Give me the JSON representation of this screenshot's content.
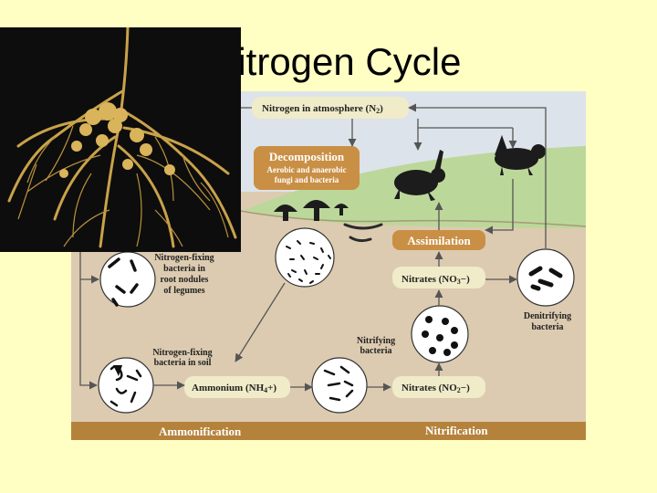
{
  "slide": {
    "title": "Nitrogen Cycle"
  },
  "labels": {
    "atmosphere": "Nitrogen in atmosphere (N",
    "atmosphere_sub": "2",
    "atmosphere_close": ")",
    "decomposition": "Decomposition",
    "decomposition_sub1": "Aerobic and anaerobic",
    "decomposition_sub2": "fungi and bacteria",
    "assimilation": "Assimilation",
    "nitrates_no3": "Nitrates (NO",
    "nitrates_no3_sub": "3",
    "nitrates_no3_close": "−)",
    "nitrates_no2": "Nitrates (NO",
    "nitrates_no2_sub": "2",
    "nitrates_no2_close": "−)",
    "ammonium": "Ammonium (NH",
    "ammonium_sub": "4",
    "ammonium_close": "+)",
    "nf_nodules_1": "Nitrogen-fixing",
    "nf_nodules_2": "bacteria in",
    "nf_nodules_3": "root nodules",
    "nf_nodules_4": "of legumes",
    "nf_soil_1": "Nitrogen-fixing",
    "nf_soil_2": "bacteria in soil",
    "nitrifying_1": "Nitrifying",
    "nitrifying_2": "bacteria",
    "denitrifying_1": "Denitrifying",
    "denitrifying_2": "bacteria",
    "ammonification": "Ammonification",
    "nitrification": "Nitrification"
  },
  "colors": {
    "background": "#ffffc4",
    "sky": "#dde3ea",
    "soil": "#dccbb0",
    "grass": "#bcd79a",
    "label_box": "#f0ebc8",
    "brown_box": "#c98f45",
    "bottom_bar": "#b5823c",
    "arrow": "#555555"
  }
}
